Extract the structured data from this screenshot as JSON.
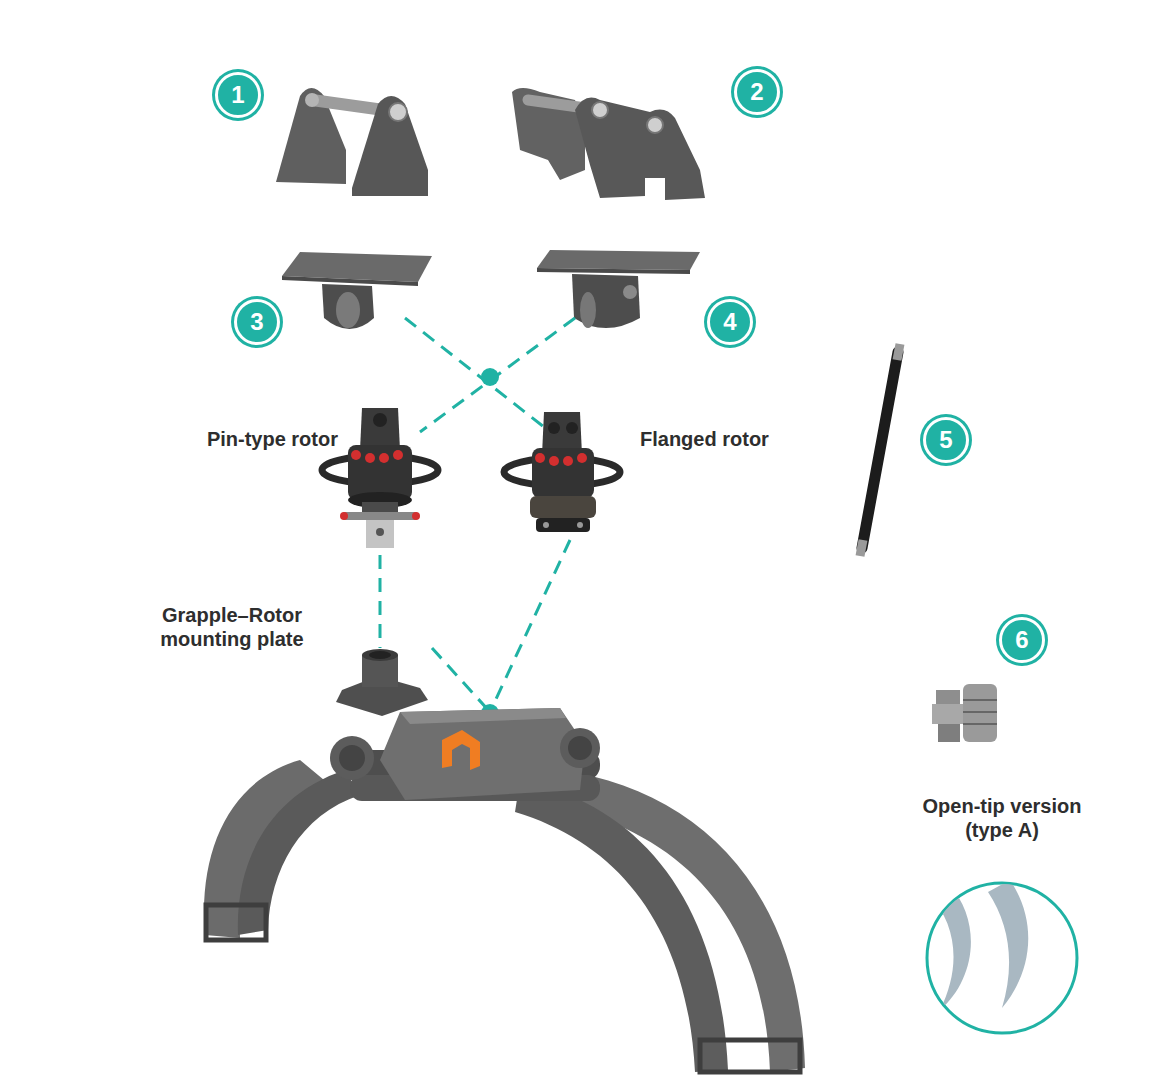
{
  "diagram": {
    "nodes": [
      {
        "text": [
          "1"
        ]
      },
      {
        "text": [
          "2"
        ]
      },
      {
        "text": [
          "3"
        ]
      },
      {
        "text": [
          "4"
        ]
      },
      {
        "text": [
          "5"
        ]
      },
      {
        "text": [
          "6"
        ]
      }
    ],
    "labels": [
      "Pin-type rotor",
      "Flanged rotor",
      "Grapple–Rotor mounting plate",
      "Open-tip version (type A)"
    ]
  }
}
